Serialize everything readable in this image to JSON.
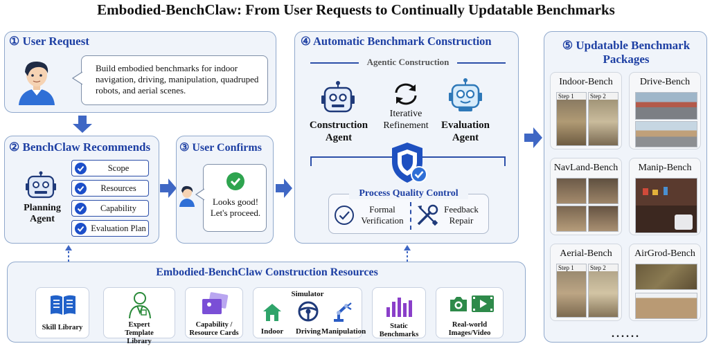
{
  "title": "Embodied-BenchClaw: From User Requests to Continually Updatable Benchmarks",
  "user_request": {
    "title": "① User Request",
    "message": "Build embodied benchmarks for indoor navigation, driving, manipulation, quadruped robots, and aerial scenes."
  },
  "recommends": {
    "title": "② BenchClaw Recommends",
    "agent_label": "Planning Agent",
    "items": [
      "Scope",
      "Resources",
      "Capability",
      "Evaluation Plan"
    ]
  },
  "confirms": {
    "title": "③ User Confirms",
    "message": "Looks good! Let's proceed."
  },
  "construction": {
    "title": "④ Automatic Benchmark Construction",
    "agentic_label": "Agentic Construction",
    "construction_agent": "Construction Agent",
    "evaluation_agent": "Evaluation Agent",
    "iterative_label": "Iterative Refinement",
    "quality_title": "Process Quality Control",
    "formal_label": "Formal Verification",
    "feedback_label": "Feedback Repair"
  },
  "packages": {
    "title": "⑤ Updatable Benchmark Packages",
    "benches": [
      "Indoor-Bench",
      "Drive-Bench",
      "NavLand-Bench",
      "Manip-Bench",
      "Aerial-Bench",
      "AirGrod-Bench"
    ],
    "ellipsis": "......",
    "step1": "Step 1",
    "step2": "Step 2"
  },
  "resources": {
    "title": "Embodied-BenchClaw Construction Resources",
    "skill": "Skill Library",
    "expert": "Expert Template Library",
    "cards": "Capability / Resource Cards",
    "simulator": "Simulator",
    "sim_items": [
      "Indoor",
      "Driving",
      "Manipulation"
    ],
    "static": "Static Benchmarks",
    "realworld": "Real-world Images/Video"
  },
  "colors": {
    "accent": "#1d3fa3",
    "arrow": "#3f67c4",
    "panel_bg": "#f0f4fa",
    "panel_border": "#8fa8cc"
  }
}
